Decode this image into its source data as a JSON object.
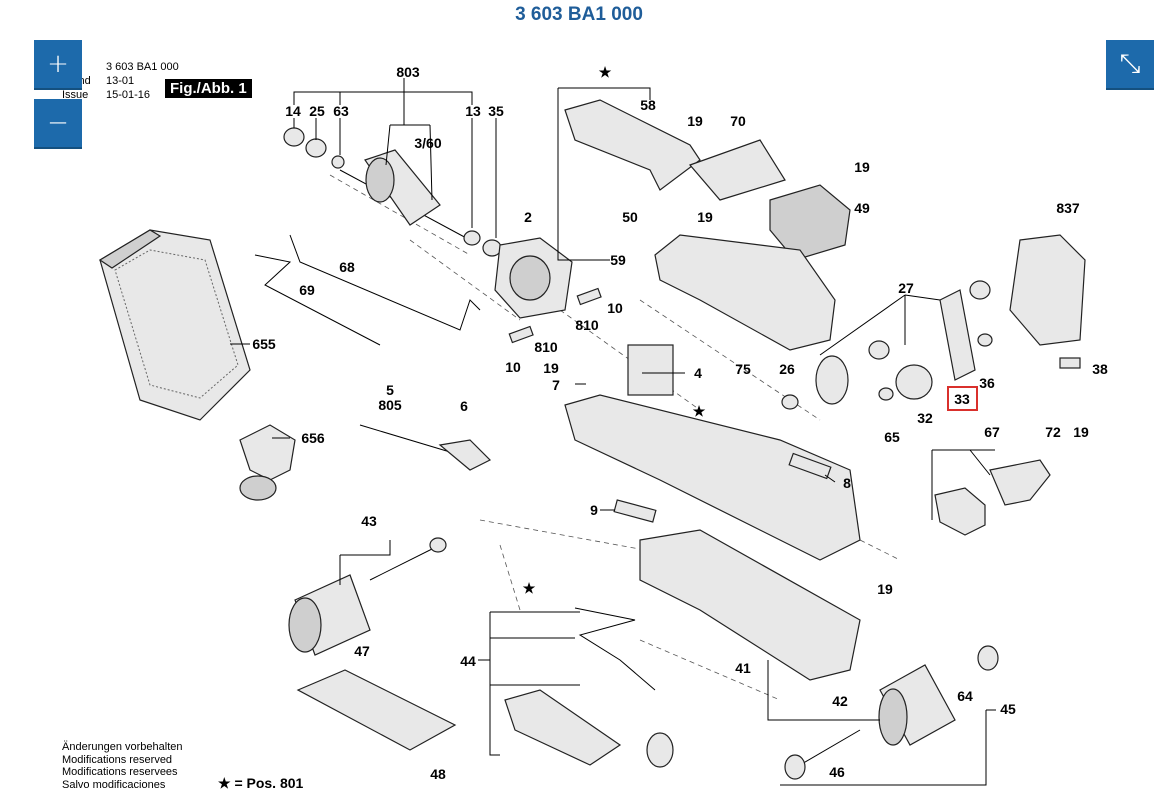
{
  "document": {
    "title": "3 603 BA1 000",
    "meta": [
      {
        "key": "",
        "value": "3 603 BA1 000"
      },
      {
        "key": "Stand",
        "value": "13-01"
      },
      {
        "key": "Issue",
        "value": "15-01-16"
      }
    ],
    "figure_label": "Fig./Abb. 1",
    "notes": [
      "Änderungen vorbehalten",
      "Modifications reserved",
      "Modifications reservees",
      "Salvo modificaciones"
    ],
    "legend": "★ = Pos. 801"
  },
  "controls": {
    "zoom_in": "+",
    "zoom_out": "−",
    "fullscreen": "⤡"
  },
  "callouts": {
    "c803": "803",
    "c14": "14",
    "c25": "25",
    "c63": "63",
    "c13": "13",
    "c35": "35",
    "c3_60": "3/60",
    "c2": "2",
    "c68": "68",
    "c69": "69",
    "c655": "655",
    "c810a": "810",
    "c10a": "10",
    "c810b": "810",
    "c10b": "10",
    "c58": "58",
    "c19a": "19",
    "c70": "70",
    "c19b": "19",
    "c49": "49",
    "c50": "50",
    "c19c": "19",
    "c59": "59",
    "c837": "837",
    "c27": "27",
    "c38": "38",
    "c36": "36",
    "c33": "33",
    "c26": "26",
    "c32": "32",
    "c65": "65",
    "c75": "75",
    "c4": "4",
    "c19d": "19",
    "c7": "7",
    "c5": "5",
    "c805": "805",
    "c6": "6",
    "c656": "656",
    "c8": "8",
    "c9": "9",
    "c67": "67",
    "c72": "72",
    "c19e": "19",
    "c43": "43",
    "c19f": "19",
    "c44": "44",
    "c47": "47",
    "c41": "41",
    "c42": "42",
    "c64": "64",
    "c45": "45",
    "c46": "46",
    "c48": "48",
    "star": "★"
  },
  "colors": {
    "accent": "#1f5d99",
    "button": "#1d6aab",
    "highlight": "#d9302c"
  }
}
